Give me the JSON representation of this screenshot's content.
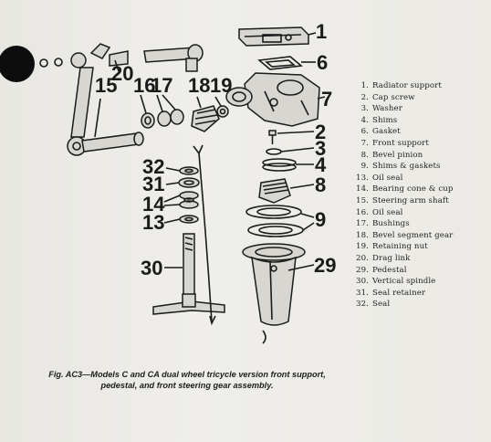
{
  "figure": {
    "callouts": [
      "1",
      "6",
      "7",
      "2",
      "3",
      "4",
      "8",
      "9",
      "29",
      "30",
      "32",
      "31",
      "14",
      "13",
      "15",
      "20",
      "16",
      "17",
      "18",
      "19"
    ],
    "caption": "Fig. AC3—Models C and CA dual wheel tricycle version front support, pedestal, and front steering gear assembly."
  },
  "legend": [
    {
      "num": "1.",
      "label": "Radiator support"
    },
    {
      "num": "2.",
      "label": "Cap screw"
    },
    {
      "num": "3.",
      "label": "Washer"
    },
    {
      "num": "4.",
      "label": "Shims"
    },
    {
      "num": "6.",
      "label": "Gasket"
    },
    {
      "num": "7.",
      "label": "Front support"
    },
    {
      "num": "8.",
      "label": "Bevel pinion"
    },
    {
      "num": "9.",
      "label": "Shims & gaskets"
    },
    {
      "num": "13.",
      "label": "Oil seal"
    },
    {
      "num": "14.",
      "label": "Bearing cone & cup"
    },
    {
      "num": "15.",
      "label": "Steering arm shaft"
    },
    {
      "num": "16.",
      "label": "Oil seal"
    },
    {
      "num": "17.",
      "label": "Bushings"
    },
    {
      "num": "18.",
      "label": "Bevel segment gear"
    },
    {
      "num": "19.",
      "label": "Retaining nut"
    },
    {
      "num": "20.",
      "label": "Drag link"
    },
    {
      "num": "29.",
      "label": "Pedestal"
    },
    {
      "num": "30.",
      "label": "Vertical spindle"
    },
    {
      "num": "31.",
      "label": "Seal retainer"
    },
    {
      "num": "32.",
      "label": "Seal"
    }
  ]
}
